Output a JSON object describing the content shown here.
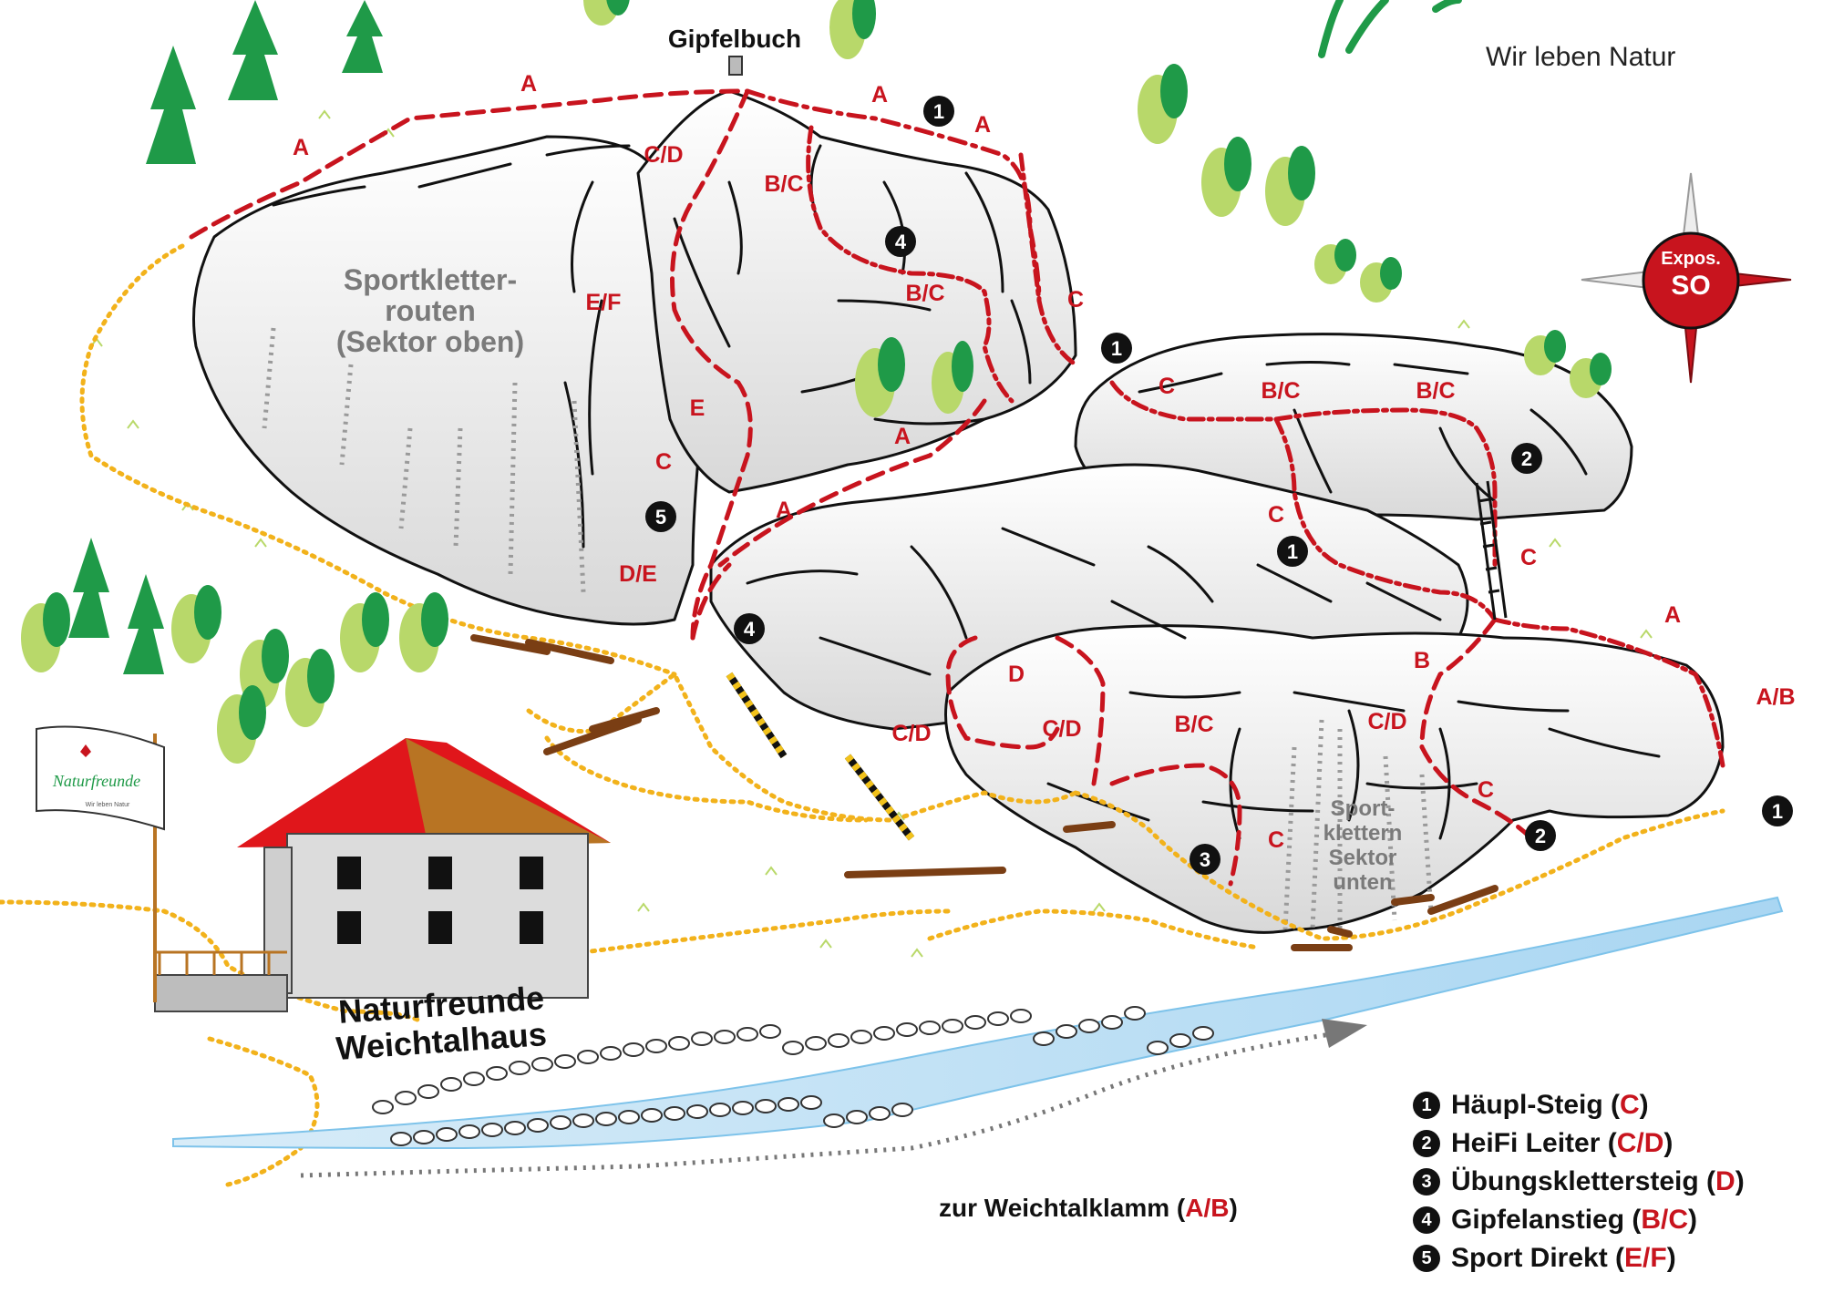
{
  "header": {
    "brand_tagline": "Wir leben Natur",
    "summit_book_label": "Gipfelbuch"
  },
  "compass": {
    "label": "Expos.",
    "direction": "SO",
    "color": "#c8141e"
  },
  "building": {
    "name_line1": "Naturfreunde",
    "name_line2": "Weichtalhaus",
    "roof_color": "#e0161b"
  },
  "flag": {
    "logo_text": "Naturfreunde",
    "tagline": "Wir leben Natur"
  },
  "sectors": {
    "upper_line1": "Sportkletter-",
    "upper_line2": "routen",
    "upper_line3": "(Sektor oben)",
    "lower_line1": "Sport-",
    "lower_line2": "klettern",
    "lower_line3": "Sektor",
    "lower_line4": "unten"
  },
  "path_to_gorge": {
    "text": "zur Weichtalklamm (",
    "grade": "A/B",
    "close": ")"
  },
  "grade_labels": [
    {
      "text": "A"
    },
    {
      "text": "A"
    },
    {
      "text": "A"
    },
    {
      "text": "A"
    },
    {
      "text": "C/D"
    },
    {
      "text": "B/C"
    },
    {
      "text": "E/F"
    },
    {
      "text": "B/C"
    },
    {
      "text": "C"
    },
    {
      "text": "E"
    },
    {
      "text": "C"
    },
    {
      "text": "A"
    },
    {
      "text": "A"
    },
    {
      "text": "D/E"
    },
    {
      "text": "C"
    },
    {
      "text": "B/C"
    },
    {
      "text": "B/C"
    },
    {
      "text": "C"
    },
    {
      "text": "C"
    },
    {
      "text": "A"
    },
    {
      "text": "A/B"
    },
    {
      "text": "B"
    },
    {
      "text": "D"
    },
    {
      "text": "C/D"
    },
    {
      "text": "C/D"
    },
    {
      "text": "B/C"
    },
    {
      "text": "C/D"
    },
    {
      "text": "C"
    },
    {
      "text": "C"
    }
  ],
  "route_markers": [
    {
      "num": "1"
    },
    {
      "num": "4"
    },
    {
      "num": "1"
    },
    {
      "num": "5"
    },
    {
      "num": "4"
    },
    {
      "num": "2"
    },
    {
      "num": "1"
    },
    {
      "num": "3"
    },
    {
      "num": "2"
    },
    {
      "num": "1"
    }
  ],
  "legend": [
    {
      "num": "1",
      "name": "Häupl-Steig",
      "grade": "C"
    },
    {
      "num": "2",
      "name": "HeiFi Leiter",
      "grade": "C/D"
    },
    {
      "num": "3",
      "name": "Übungsklettersteig",
      "grade": "D"
    },
    {
      "num": "4",
      "name": "Gipfelanstieg",
      "grade": "B/C"
    },
    {
      "num": "5",
      "name": "Sport Direkt",
      "grade": "E/F"
    }
  ]
}
